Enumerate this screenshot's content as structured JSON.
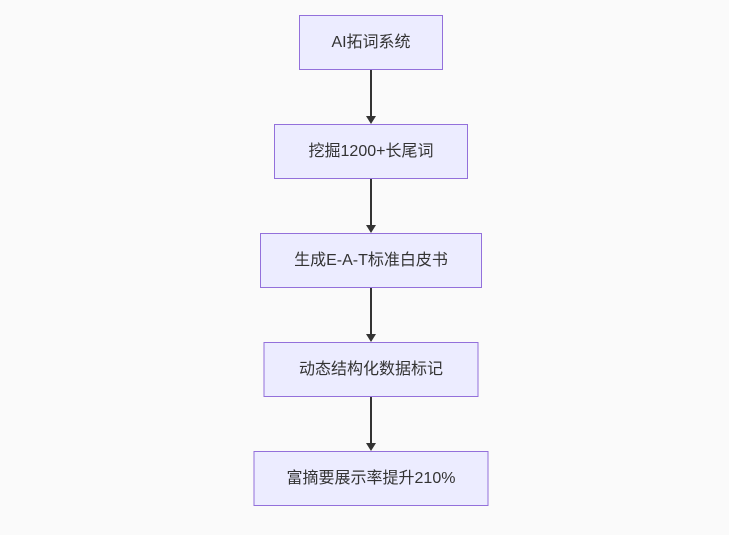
{
  "diagram": {
    "type": "flowchart",
    "direction": "top-down",
    "nodes": [
      {
        "id": "A",
        "label": "AI拓词系统"
      },
      {
        "id": "B",
        "label": "挖掘1200+长尾词"
      },
      {
        "id": "C",
        "label": "生成E-A-T标准白皮书"
      },
      {
        "id": "D",
        "label": "动态结构化数据标记"
      },
      {
        "id": "E",
        "label": "富摘要展示率提升210%"
      }
    ],
    "edges": [
      {
        "from": "A",
        "to": "B"
      },
      {
        "from": "B",
        "to": "C"
      },
      {
        "from": "C",
        "to": "D"
      },
      {
        "from": "D",
        "to": "E"
      }
    ],
    "colors": {
      "background": "#FAFAFA",
      "node_fill": "#ECECFF",
      "node_border": "#9370DB",
      "arrow": "#333333",
      "text": "#333333"
    }
  }
}
